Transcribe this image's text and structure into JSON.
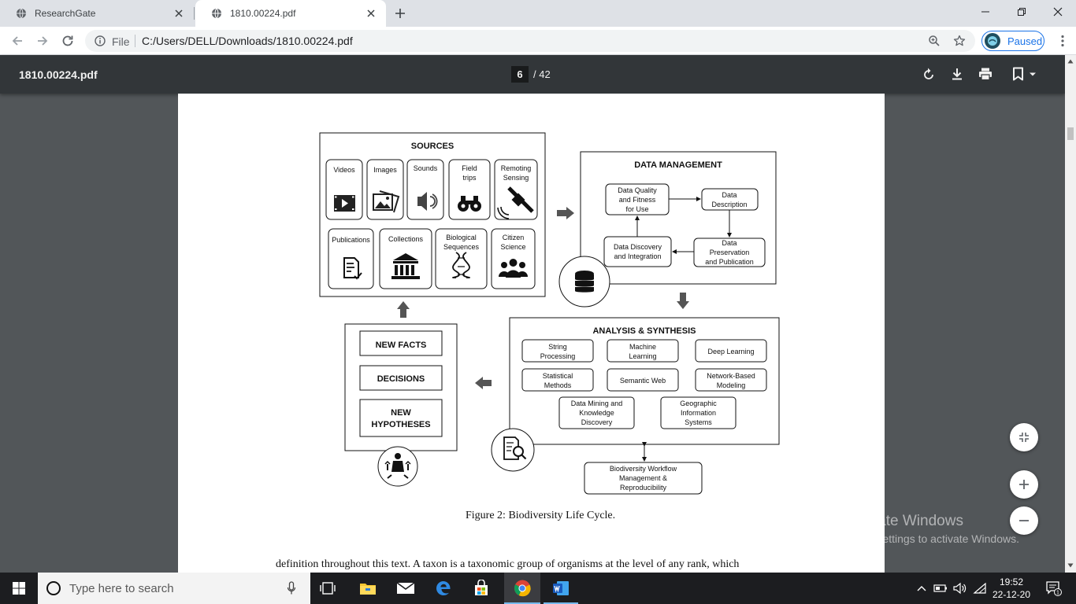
{
  "browser": {
    "tabs": [
      {
        "title": "ResearchGate",
        "active": false
      },
      {
        "title": "1810.00224.pdf",
        "active": true
      }
    ],
    "omnibox": {
      "scheme_label": "File",
      "url": "C:/Users/DELL/Downloads/1810.00224.pdf"
    },
    "profile_label": "Paused"
  },
  "pdf": {
    "file_title": "1810.00224.pdf",
    "current_page": "6",
    "total_pages": "/ 42"
  },
  "figure": {
    "sources": {
      "title": "SOURCES",
      "row1": [
        [
          "Videos"
        ],
        [
          "Images"
        ],
        [
          "Sounds"
        ],
        [
          "Field",
          "trips"
        ],
        [
          "Remoting",
          "Sensing"
        ]
      ],
      "row2": [
        [
          "Publications"
        ],
        [
          "Collections"
        ],
        [
          "Biological",
          "Sequences"
        ],
        [
          "Citizen",
          "Science"
        ]
      ]
    },
    "data_management": {
      "title": "DATA MANAGEMENT",
      "quality": [
        "Data Quality",
        "and Fitness",
        "for Use"
      ],
      "description": [
        "Data",
        "Description"
      ],
      "preservation": [
        "Data",
        "Preservation",
        "and Publication"
      ],
      "discovery": [
        "Data Discovery",
        "and Integration"
      ]
    },
    "analysis": {
      "title": "ANALYSIS & SYNTHESIS",
      "items": [
        [
          "String",
          "Processing"
        ],
        [
          "Machine",
          "Learning"
        ],
        [
          "Deep Learning"
        ],
        [
          "Statistical",
          "Methods"
        ],
        [
          "Semantic Web"
        ],
        [
          "Network-Based",
          "Modeling"
        ],
        [
          "Data Mining and",
          "Knowledge",
          "Discovery"
        ],
        [
          "Geographic",
          "Information",
          "Systems"
        ]
      ],
      "workflow": [
        "Biodiversity Workflow",
        "Management &",
        "Reproducibility"
      ]
    },
    "outcomes": {
      "new_facts": "NEW FACTS",
      "decisions": "DECISIONS",
      "new_hypotheses": [
        "NEW",
        "HYPOTHESES"
      ]
    },
    "caption": "Figure 2: Biodiversity Life Cycle."
  },
  "body_text": "definition throughout this text.  A taxon is a taxonomic group of organisms at the level of any rank, which",
  "watermark": {
    "line1": "Activate Windows",
    "line2": "Go to Settings to activate Windows."
  },
  "taskbar": {
    "search_placeholder": "Type here to search",
    "time": "19:52",
    "date": "22-12-20",
    "notification_count": "1"
  },
  "colors": {
    "tab_strip": "#dee1e6",
    "pdf_toolbar": "#323639",
    "viewer_background": "#525659",
    "accent": "#1a73e8",
    "taskbar": "#1c1d20"
  },
  "icons": [
    "globe-icon",
    "close-icon",
    "plus-icon",
    "minimize-icon",
    "restore-icon",
    "back-icon",
    "forward-icon",
    "reload-icon",
    "info-icon",
    "zoom-icon",
    "star-icon",
    "kebab-icon",
    "rotate-icon",
    "download-icon",
    "print-icon",
    "bookmark-icon",
    "fit-page-icon",
    "zoom-in-icon",
    "zoom-out-icon",
    "windows-start-icon",
    "search-icon",
    "mic-icon",
    "task-view-icon",
    "file-explorer-icon",
    "mail-icon",
    "edge-icon",
    "store-icon",
    "chrome-icon",
    "word-icon"
  ]
}
